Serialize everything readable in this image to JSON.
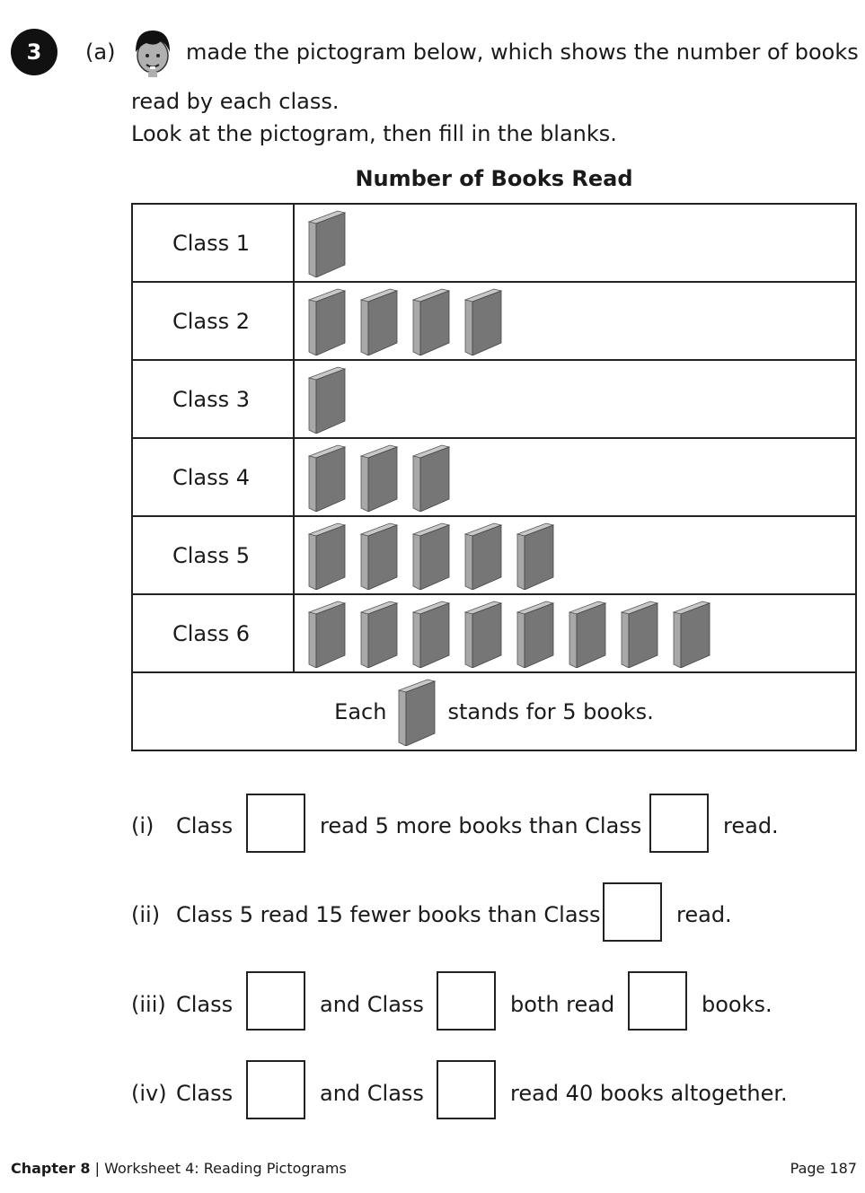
{
  "question": {
    "number": "3",
    "part": "(a)",
    "line1": "made the pictogram below, which shows the number of books",
    "line2": "read by each class.",
    "line3": "Look at the pictogram, then fill in the blanks."
  },
  "chart_data": {
    "type": "table",
    "title": "Number of Books Read",
    "categories": [
      "Class 1",
      "Class 2",
      "Class 3",
      "Class 4",
      "Class 5",
      "Class 6"
    ],
    "icon_counts": [
      1,
      4,
      1,
      3,
      5,
      8
    ],
    "icon": "book-icon",
    "key_before": "Each",
    "key_after": "stands for 5 books.",
    "books_per_icon": 5
  },
  "items": {
    "i": {
      "label": "(i)",
      "t1": "Class",
      "t2": "read 5 more books than Class",
      "t3": "read."
    },
    "ii": {
      "label": "(ii)",
      "t1": "Class 5 read 15 fewer books than Class",
      "t2": "read."
    },
    "iii": {
      "label": "(iii)",
      "t1": "Class",
      "t2": "and Class",
      "t3": "both read",
      "t4": "books."
    },
    "iv": {
      "label": "(iv)",
      "t1": "Class",
      "t2": "and Class",
      "t3": "read 40 books altogether."
    }
  },
  "footer": {
    "chapter": "Chapter 8",
    "separator": "|",
    "worksheet": "Worksheet 4: Reading Pictograms",
    "page": "Page 187"
  },
  "colors": {
    "book_front": "#767676",
    "book_spine": "#a8a8a8",
    "book_top": "#c8c8c8"
  }
}
